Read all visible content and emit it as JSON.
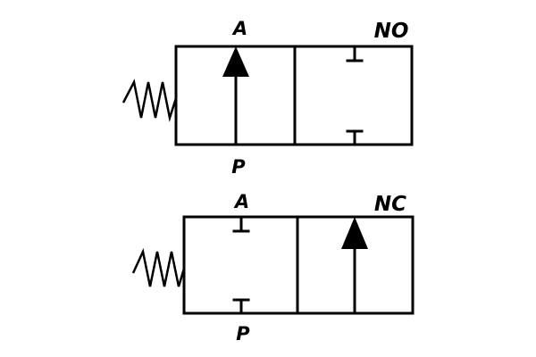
{
  "valves": [
    {
      "state_label": "NO",
      "port_top": "A",
      "port_bottom": "P",
      "left_position": "open-flow-arrow",
      "right_position": "blocked"
    },
    {
      "state_label": "NC",
      "port_top": "A",
      "port_bottom": "P",
      "left_position": "blocked",
      "right_position": "open-flow-arrow"
    }
  ],
  "colors": {
    "line": "#000000",
    "background": "#ffffff"
  }
}
